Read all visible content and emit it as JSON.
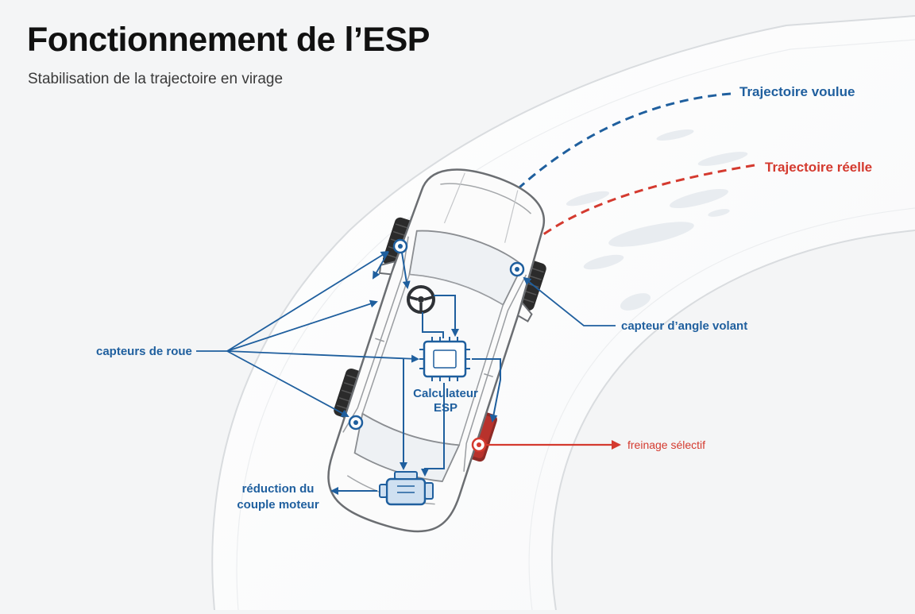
{
  "title": "Fonctionnement de l’ESP",
  "subtitle": "Stabilisation de la trajectoire en virage",
  "trajectories": {
    "intended": "Trajectoire voulue",
    "actual": "Trajectoire réelle"
  },
  "labels": {
    "wheel_sensors": "capteurs de roue",
    "steering_sensor": "capteur d’angle volant",
    "ecu_line1": "Calculateur",
    "ecu_line2": "ESP",
    "braking": "freinage sélectif",
    "torque_line1": "réduction du",
    "torque_line2": "couple moteur"
  },
  "colors": {
    "blue": "#1f5f9e",
    "red": "#d43a2f",
    "road": "#ffffff",
    "background": "#f4f5f6",
    "text_dark": "#111111"
  }
}
